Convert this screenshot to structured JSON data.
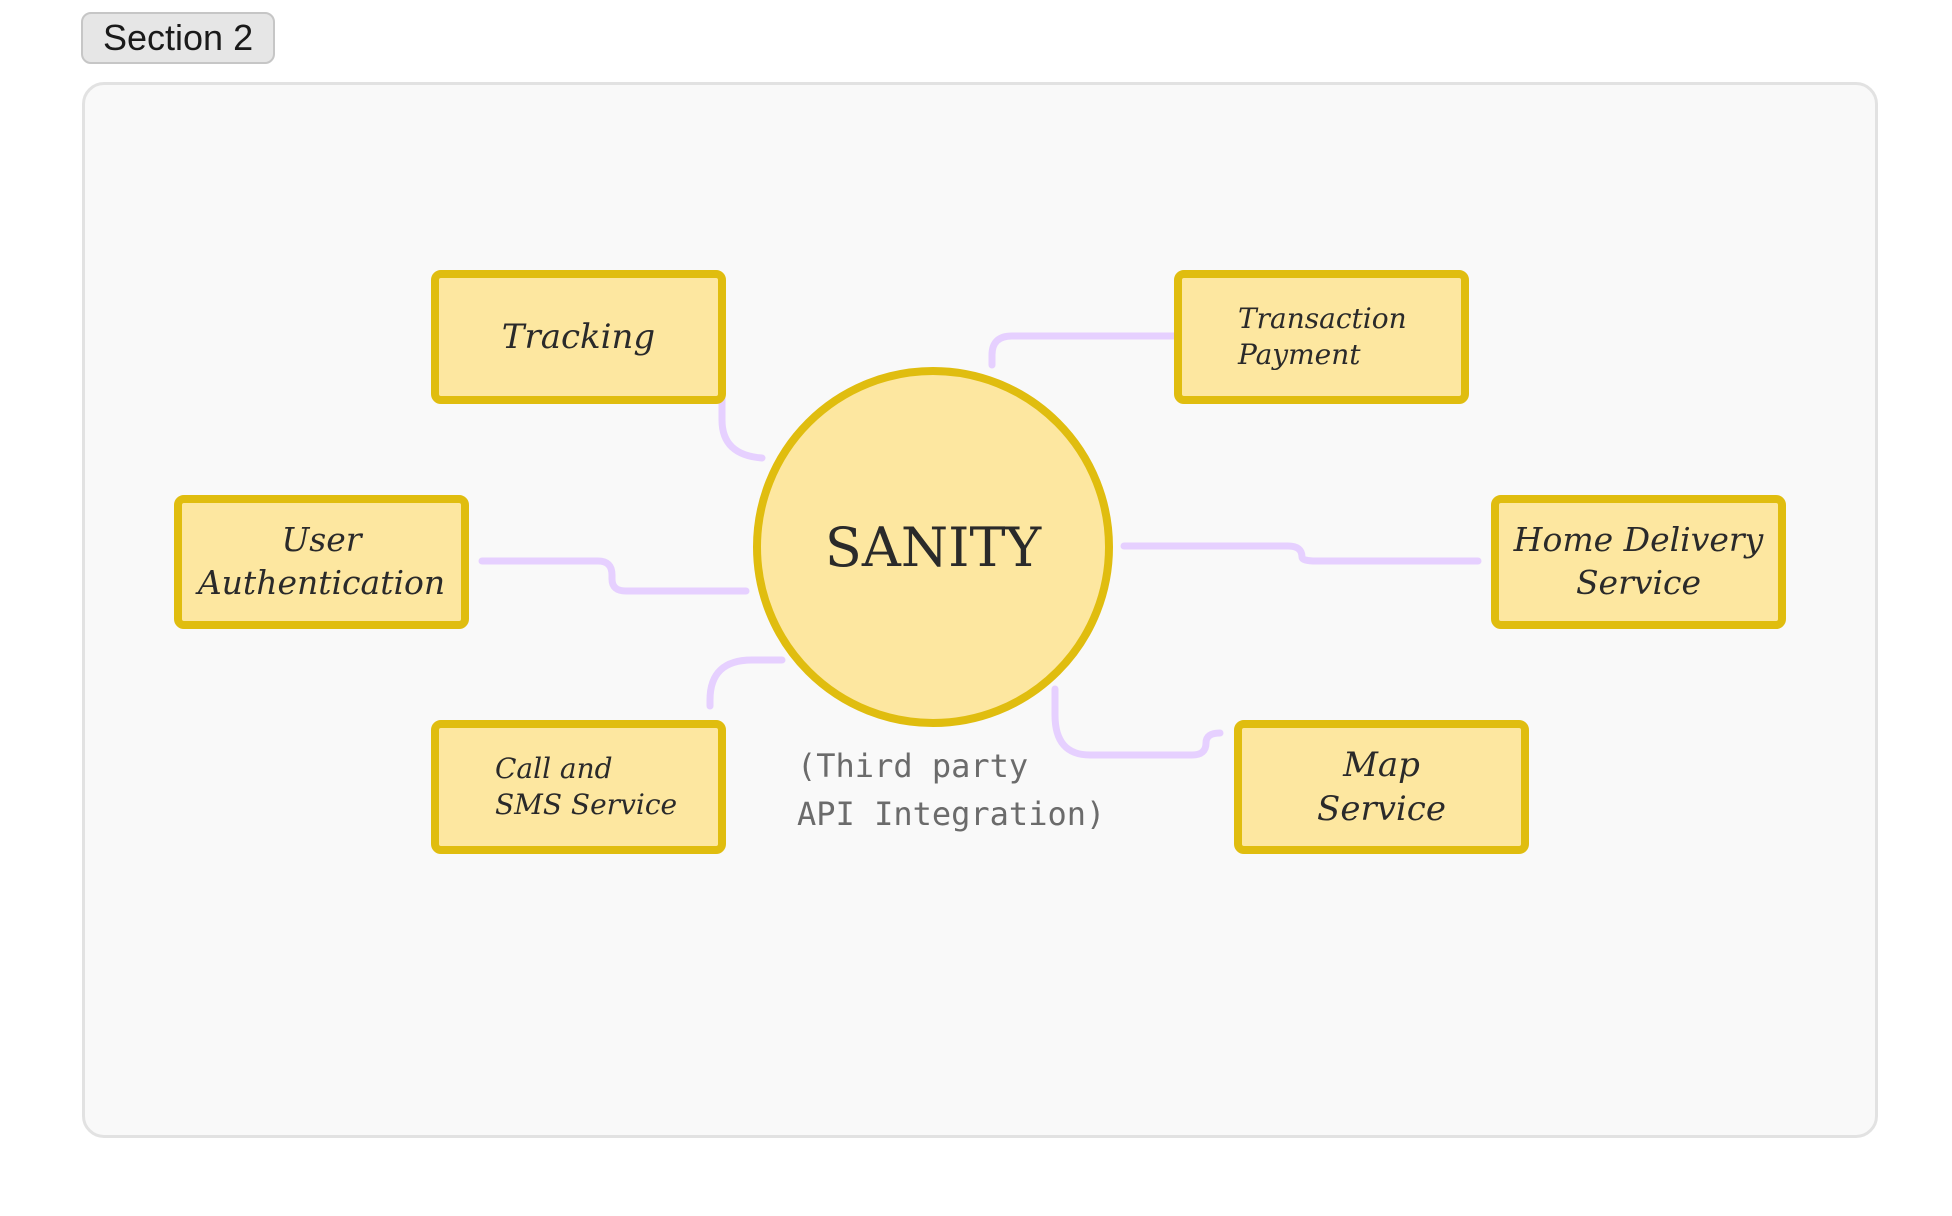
{
  "section": {
    "label": "Section 2"
  },
  "hub": {
    "title": "SANITY",
    "caption": "(Third party\nAPI Integration)"
  },
  "nodes": {
    "tracking": "Tracking",
    "transaction_payment": "Transaction\nPayment",
    "user_authentication": "User\nAuthentication",
    "home_delivery_service": "Home Delivery\nService",
    "call_sms_service": "Call and\nSMS Service",
    "map_service": "Map\nService"
  },
  "colors": {
    "node_fill": "#fde7a0",
    "node_border": "#e0bd0f",
    "connector": "#e6d0ff",
    "frame_bg": "#f9f9f9"
  }
}
